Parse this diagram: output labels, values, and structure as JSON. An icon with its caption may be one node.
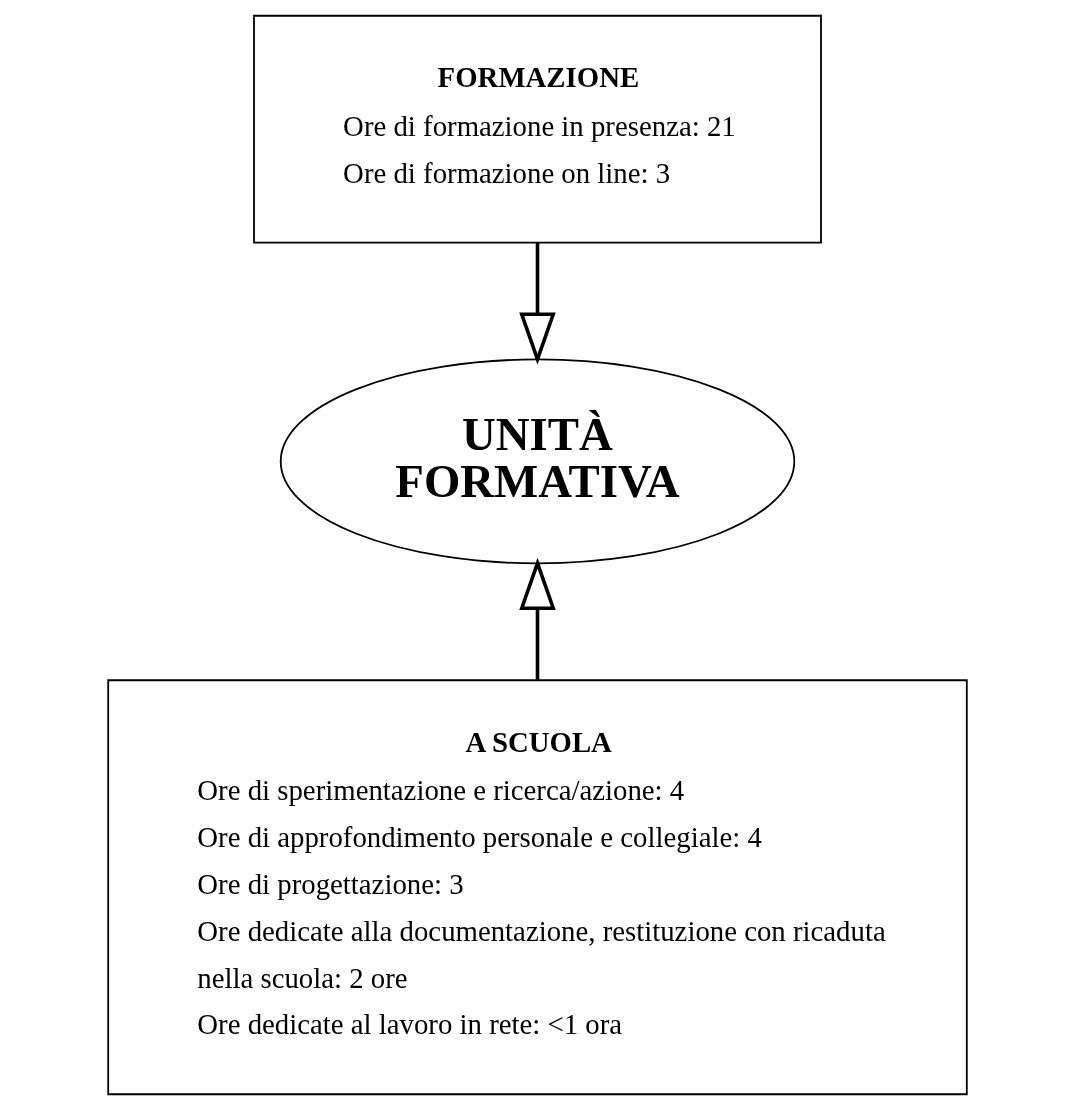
{
  "diagram": {
    "nodes": [
      {
        "text": [
          "FORMAZIONE",
          "Ore di formazione in presenza: 21",
          "Ore di formazione on line: 3"
        ]
      },
      {
        "text": [
          "UNITÀ FORMATIVA"
        ]
      },
      {
        "text": [
          "A SCUOLA",
          "Ore di sperimentazione e ricerca/azione: 4",
          "Ore di approfondimento personale e collegiale: 4",
          "Ore di progettazione: 3",
          "Ore dedicate alla documentazione, restituzione con ricaduta nella scuola: 2 ore",
          "Ore dedicate al lavoro in rete: <1 ora"
        ]
      }
    ],
    "edges": [
      {
        "from": 0,
        "to": 1,
        "arrow": "to"
      },
      {
        "from": 2,
        "to": 1,
        "arrow": "to"
      }
    ]
  }
}
